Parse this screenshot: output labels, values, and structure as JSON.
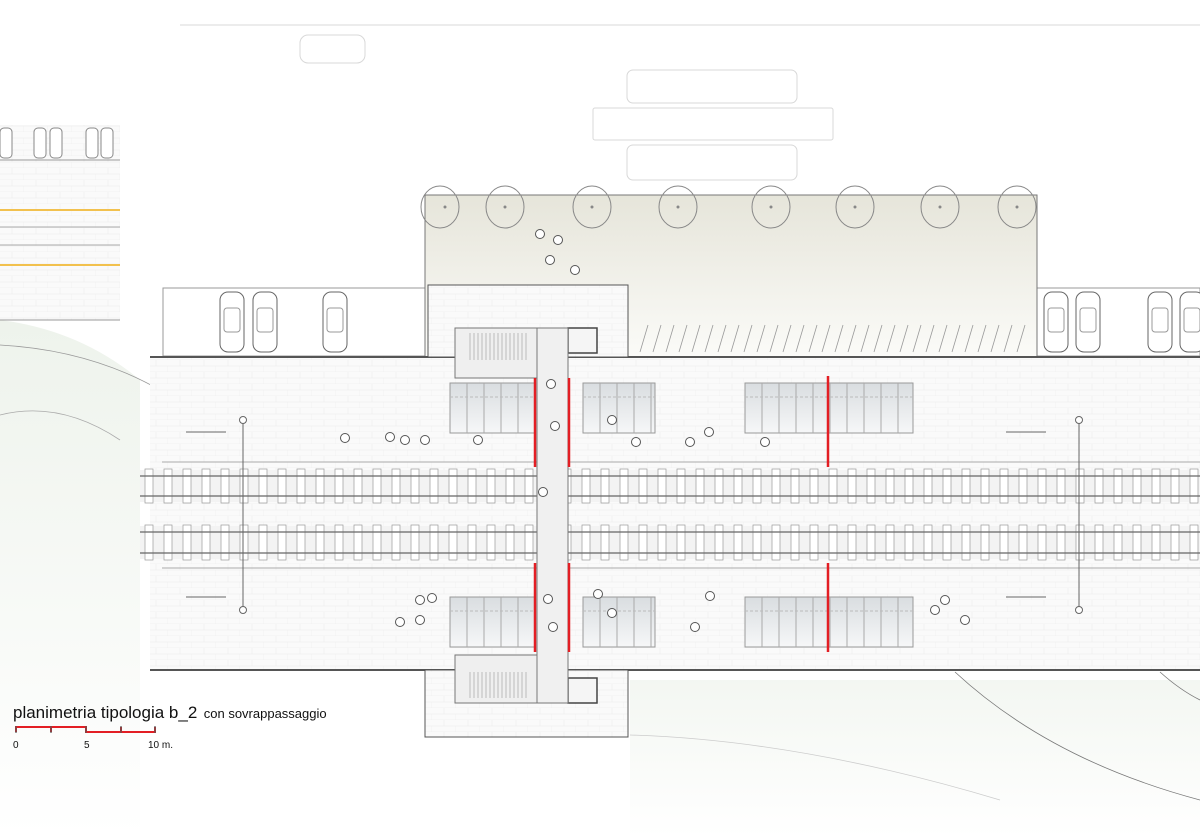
{
  "caption": {
    "title": "planimetria tipologia b_2",
    "subtitle": "con sovrappassaggio"
  },
  "scale_bar": {
    "labels": [
      "0",
      "5",
      "10 m."
    ],
    "color": "#e31e24"
  },
  "colors": {
    "accent_red": "#e31e24",
    "rail_yellow": "#f2c14e",
    "line": "#8c8c8c",
    "canopy_fill": "#eeeee6"
  }
}
